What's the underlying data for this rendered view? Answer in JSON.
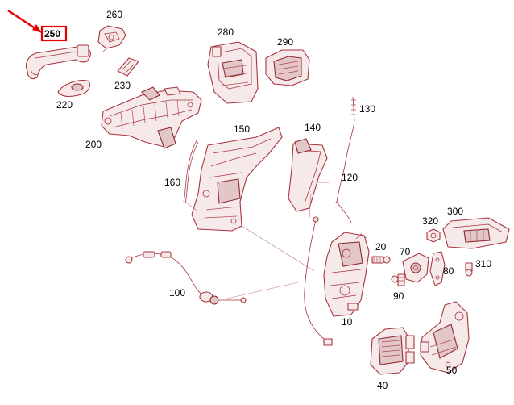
{
  "diagram": {
    "highlighted_part": "250",
    "highlight_color": "#e60000",
    "part_color": "#a8343e",
    "labels": {
      "p10": "10",
      "p20": "20",
      "p40": "40",
      "p50": "50",
      "p70": "70",
      "p80": "80",
      "p90": "90",
      "p100": "100",
      "p120": "120",
      "p130": "130",
      "p140": "140",
      "p150": "150",
      "p160": "160",
      "p200": "200",
      "p220": "220",
      "p230": "230",
      "p250": "250",
      "p260": "260",
      "p280": "280",
      "p290": "290",
      "p300": "300",
      "p310": "310",
      "p320": "320"
    }
  }
}
